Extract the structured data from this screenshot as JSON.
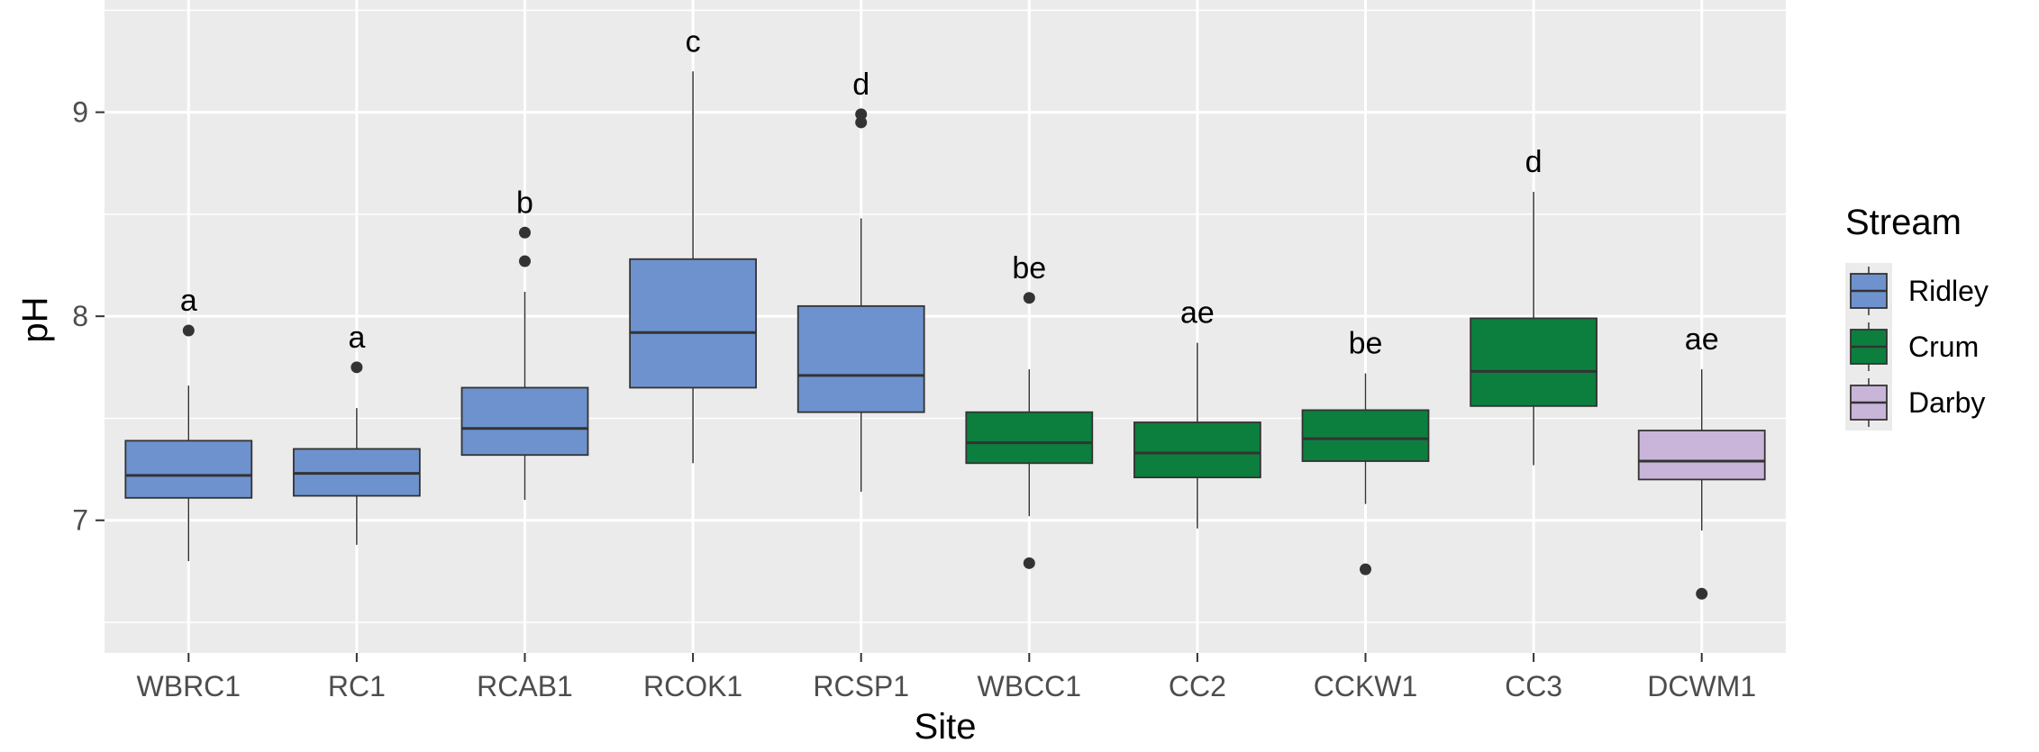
{
  "chart_data": {
    "type": "box",
    "xlabel": "Site",
    "ylabel": "pH",
    "ylim": [
      6.35,
      9.55
    ],
    "yticks": [
      7,
      8,
      9
    ],
    "grid": true,
    "legend": {
      "title": "Stream",
      "position": "right",
      "entries": [
        {
          "name": "Ridley",
          "color": "#6e92cd"
        },
        {
          "name": "Crum",
          "color": "#0c7f3f"
        },
        {
          "name": "Darby",
          "color": "#c9b5d9"
        }
      ]
    },
    "categories": [
      "WBRC1",
      "RC1",
      "RCAB1",
      "RCOK1",
      "RCSP1",
      "WBCC1",
      "CC2",
      "CCKW1",
      "CC3",
      "DCWM1"
    ],
    "boxes": [
      {
        "site": "WBRC1",
        "stream": "Ridley",
        "min": 6.8,
        "q1": 7.11,
        "median": 7.22,
        "q3": 7.39,
        "max": 7.66,
        "outliers": [
          7.93
        ],
        "group_label": "a"
      },
      {
        "site": "RC1",
        "stream": "Ridley",
        "min": 6.88,
        "q1": 7.12,
        "median": 7.23,
        "q3": 7.35,
        "max": 7.55,
        "outliers": [
          7.75
        ],
        "group_label": "a"
      },
      {
        "site": "RCAB1",
        "stream": "Ridley",
        "min": 7.1,
        "q1": 7.32,
        "median": 7.45,
        "q3": 7.65,
        "max": 8.12,
        "outliers": [
          8.27,
          8.41
        ],
        "group_label": "b"
      },
      {
        "site": "RCOK1",
        "stream": "Ridley",
        "min": 7.28,
        "q1": 7.65,
        "median": 7.92,
        "q3": 8.28,
        "max": 9.2,
        "outliers": [],
        "group_label": "c"
      },
      {
        "site": "RCSP1",
        "stream": "Ridley",
        "min": 7.14,
        "q1": 7.53,
        "median": 7.71,
        "q3": 8.05,
        "max": 8.48,
        "outliers": [
          8.95,
          8.99
        ],
        "group_label": "d"
      },
      {
        "site": "WBCC1",
        "stream": "Crum",
        "min": 7.02,
        "q1": 7.28,
        "median": 7.38,
        "q3": 7.53,
        "max": 7.74,
        "outliers": [
          8.09,
          6.79
        ],
        "group_label": "be"
      },
      {
        "site": "CC2",
        "stream": "Crum",
        "min": 6.96,
        "q1": 7.21,
        "median": 7.33,
        "q3": 7.48,
        "max": 7.87,
        "outliers": [],
        "group_label": "ae"
      },
      {
        "site": "CCKW1",
        "stream": "Crum",
        "min": 7.08,
        "q1": 7.29,
        "median": 7.4,
        "q3": 7.54,
        "max": 7.72,
        "outliers": [
          6.76
        ],
        "group_label": "be"
      },
      {
        "site": "CC3",
        "stream": "Crum",
        "min": 7.27,
        "q1": 7.56,
        "median": 7.73,
        "q3": 7.99,
        "max": 8.61,
        "outliers": [],
        "group_label": "d"
      },
      {
        "site": "DCWM1",
        "stream": "Darby",
        "min": 6.95,
        "q1": 7.2,
        "median": 7.29,
        "q3": 7.44,
        "max": 7.74,
        "outliers": [
          6.64
        ],
        "group_label": "ae"
      }
    ]
  }
}
